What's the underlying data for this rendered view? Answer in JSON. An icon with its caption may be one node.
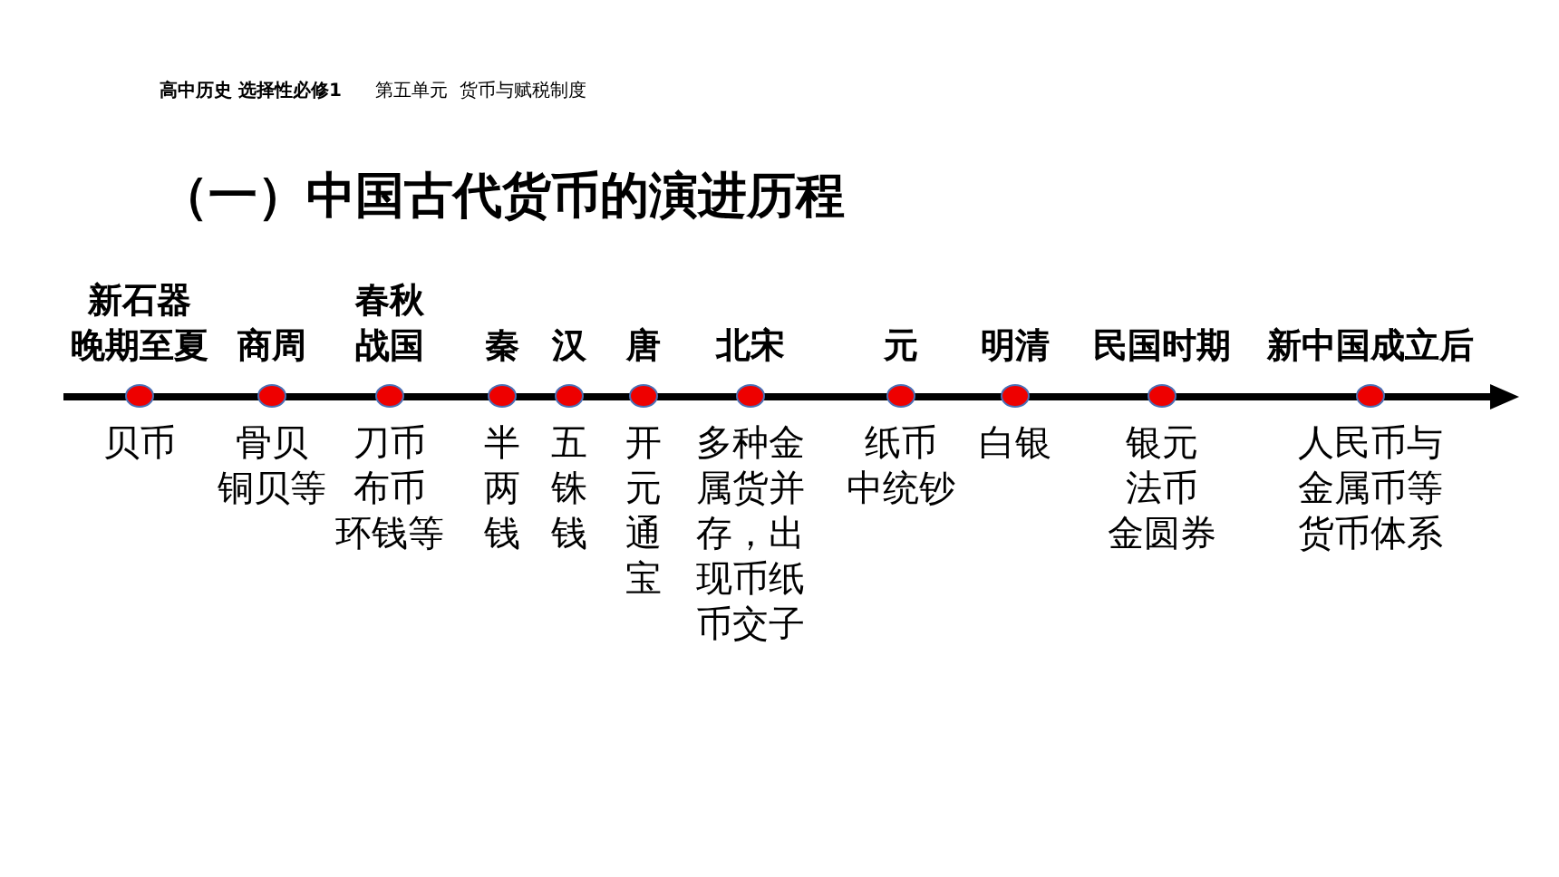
{
  "diagram": {
    "title": "（一）中国古代货币的演进历程",
    "nodes": [
      {
        "text": [
          "新石器晚期至夏"
        ],
        "beside": [
          "贝币"
        ]
      },
      {
        "text": [
          "商周"
        ],
        "beside": [
          "骨贝铜贝等"
        ]
      },
      {
        "text": [
          "春秋战国"
        ],
        "beside": [
          "刀币布币环钱等"
        ]
      },
      {
        "text": [
          "秦"
        ],
        "beside": [
          "半两钱"
        ]
      },
      {
        "text": [
          "汉"
        ],
        "beside": [
          "五铢钱"
        ]
      },
      {
        "text": [
          "唐"
        ],
        "beside": [
          "开元通宝"
        ]
      },
      {
        "text": [
          "北宋"
        ],
        "beside": [
          "多种金属货并存，出现币纸币交子"
        ]
      },
      {
        "text": [
          "元"
        ],
        "beside": [
          "纸币中统钞"
        ]
      },
      {
        "text": [
          "明清"
        ],
        "beside": [
          "白银"
        ]
      },
      {
        "text": [
          "民国时期"
        ],
        "beside": [
          "银元法币金圆券"
        ]
      },
      {
        "text": [
          "新中国成立后"
        ],
        "beside": [
          "人民币与金属币等货币体系"
        ]
      }
    ],
    "edges": [],
    "labels": [
      "高中历史 选择性必修1",
      "第五单元  货币与赋税制度"
    ]
  }
}
